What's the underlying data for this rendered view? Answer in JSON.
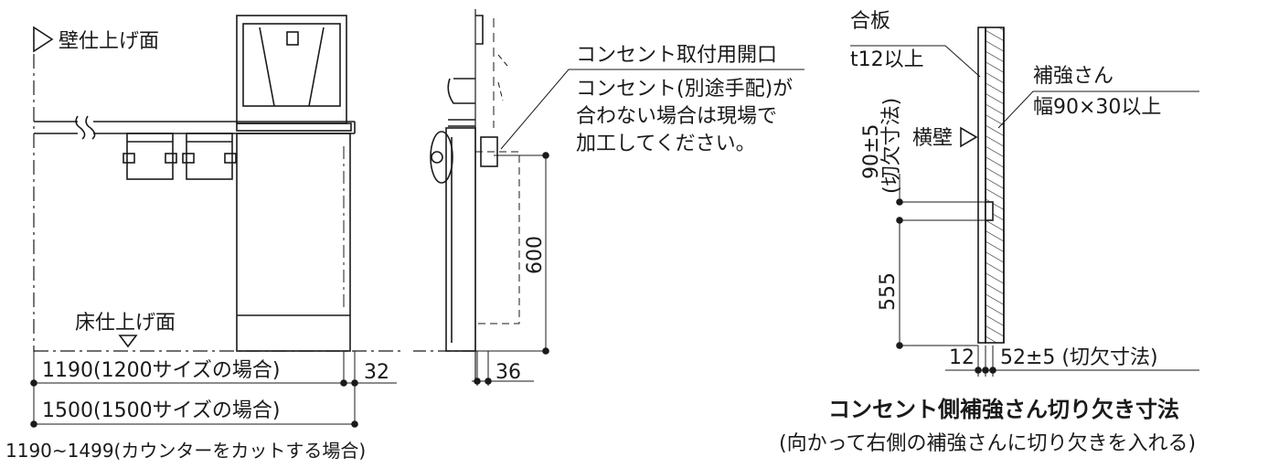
{
  "labels": {
    "wall_finish": "壁仕上げ面",
    "floor_finish": "床仕上げ面",
    "outlet_opening": "コンセント取付用開口",
    "outlet_note_1": "コンセント(別途手配)が",
    "outlet_note_2": "合わない場合は現場で",
    "outlet_note_3": "加工してください。",
    "plywood": "合板",
    "plywood_thickness": "t12以上",
    "reinforcement": "補強さん",
    "reinforcement_size": "幅90×30以上",
    "side_wall": "横壁"
  },
  "dimensions": {
    "width_1200": "1190(1200サイズの場合)",
    "width_1500": "1500(1500サイズの場合)",
    "width_cut": "1190~1499(カウンターをカットする場合)",
    "gap_32": "32",
    "gap_36": "36",
    "height_600": "600",
    "notch_90_a": "90±5",
    "notch_90_b": "(切欠寸法)",
    "height_555": "555",
    "plywood_12": "12",
    "notch_depth": "52±5 (切欠寸法)"
  },
  "captions": {
    "title": "コンセント側補強さん切り欠き寸法",
    "subtitle": "(向かって右側の補強さんに切り欠きを入れる)"
  }
}
